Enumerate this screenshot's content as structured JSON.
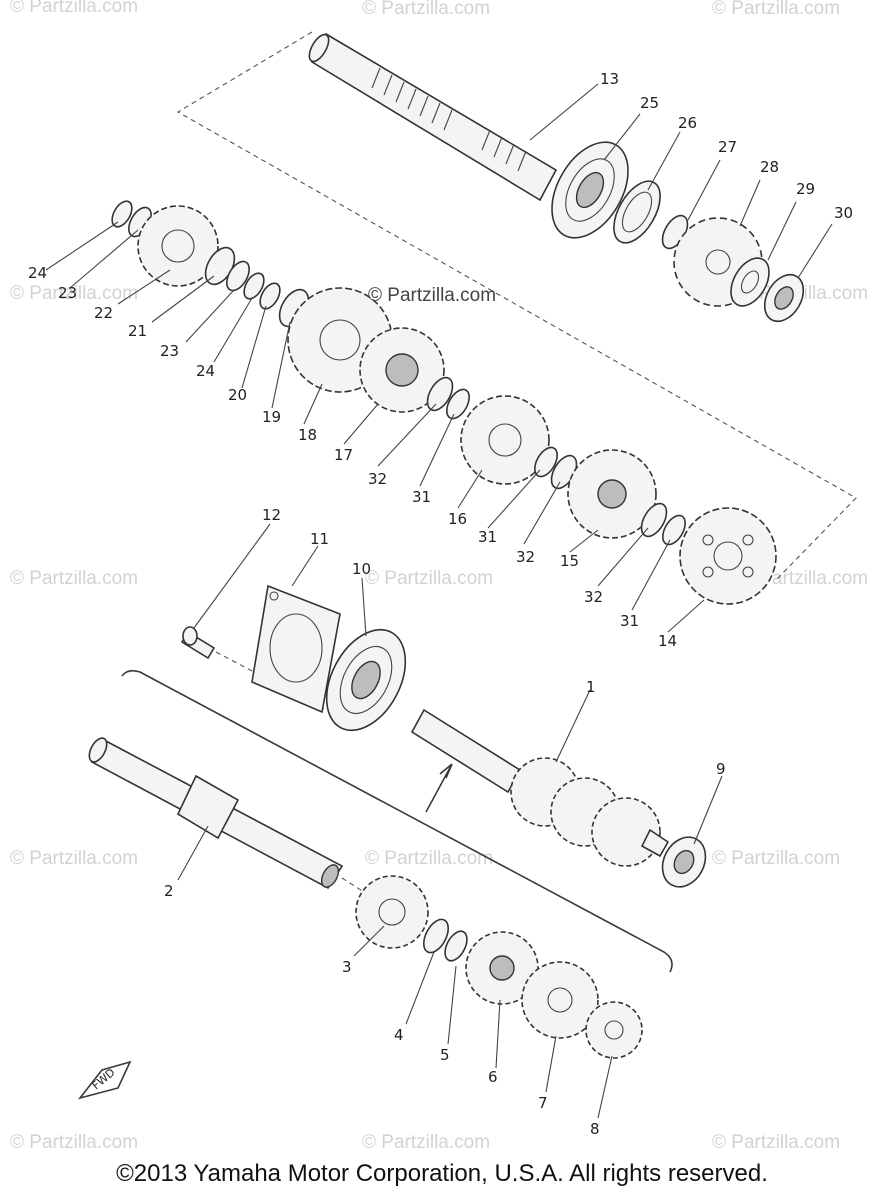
{
  "watermark_text": "© Partzilla.com",
  "copyright": "©2013 Yamaha Motor Corporation, U.S.A. All rights reserved.",
  "fwd_label": "FWD",
  "callouts": {
    "c1": "1",
    "c2": "2",
    "c3": "3",
    "c4": "4",
    "c5": "5",
    "c6": "6",
    "c7": "7",
    "c8": "8",
    "c9": "9",
    "c10": "10",
    "c11": "11",
    "c12": "12",
    "c13": "13",
    "c14": "14",
    "c15": "15",
    "c16": "16",
    "c17": "17",
    "c18": "18",
    "c19": "19",
    "c20": "20",
    "c21": "21",
    "c22": "22",
    "c23a": "23",
    "c23b": "23",
    "c24a": "24",
    "c24b": "24",
    "c25": "25",
    "c26": "26",
    "c27": "27",
    "c28": "28",
    "c29": "29",
    "c30": "30",
    "c31a": "31",
    "c31b": "31",
    "c31c": "31",
    "c32a": "32",
    "c32b": "32",
    "c32c": "32"
  }
}
